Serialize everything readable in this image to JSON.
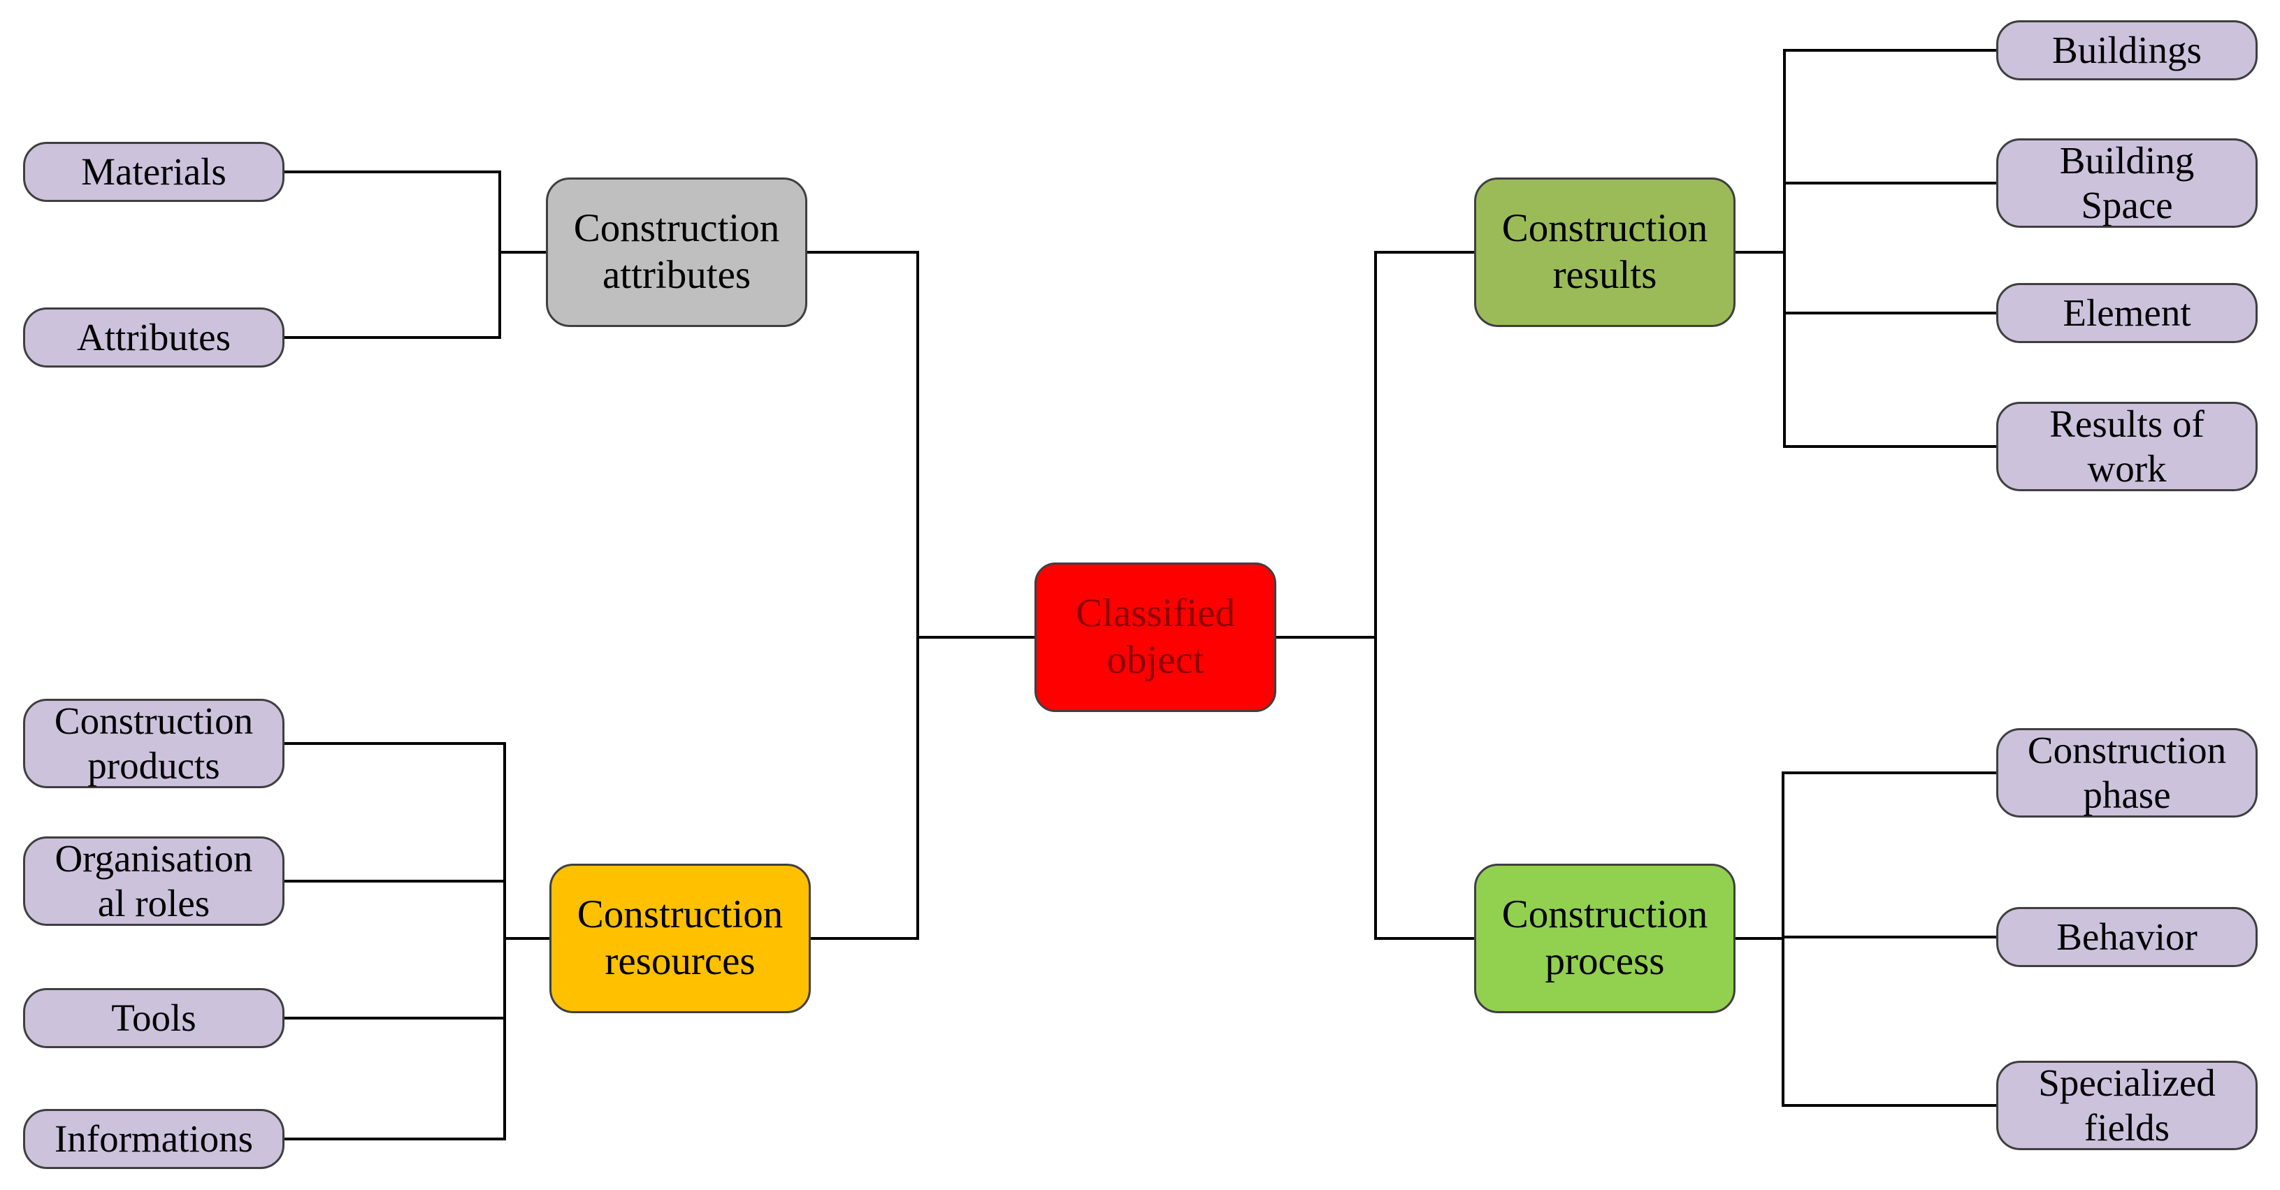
{
  "center": {
    "label": "Classified\nobject",
    "color": "#ff0000",
    "text_color": "#8b0000"
  },
  "branches": [
    {
      "key": "attributes",
      "label": "Construction\nattributes",
      "color": "#bfbfbf",
      "children": [
        "Materials",
        "Attributes"
      ]
    },
    {
      "key": "resources",
      "label": "Construction\nresources",
      "color": "#ffc000",
      "children": [
        "Construction\nproducts",
        "Organisation\nal roles",
        "Tools",
        "Informations"
      ]
    },
    {
      "key": "results",
      "label": "Construction\nresults",
      "color": "#9bbb59",
      "children": [
        "Buildings",
        "Building\nSpace",
        "Element",
        "Results of\nwork"
      ]
    },
    {
      "key": "process",
      "label": "Construction\nprocess",
      "color": "#92d050",
      "children": [
        "Construction\nphase",
        "Behavior",
        "Specialized\nfields"
      ]
    }
  ],
  "colors": {
    "leaf_fill": "#ccc2dc",
    "border": "#3f3f3f",
    "line": "#000000"
  }
}
